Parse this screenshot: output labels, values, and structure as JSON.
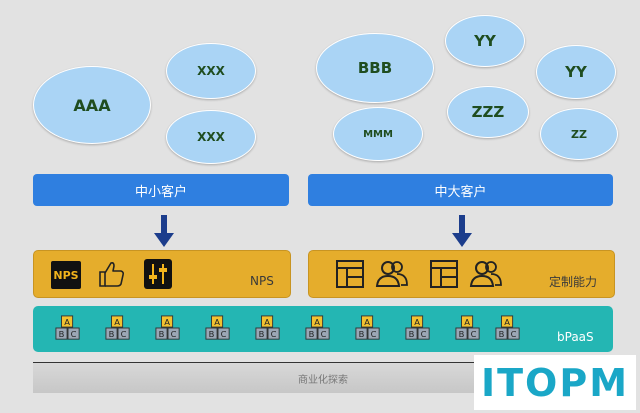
{
  "bubbles": {
    "aaa": "AAA",
    "xxx_top": "XXX",
    "xxx_bottom": "XXX",
    "bbb": "BBB",
    "mmm": "MMM",
    "yy_top": "YY",
    "yy_right": "YY",
    "zzz": "ZZZ",
    "zz": "ZZ"
  },
  "segments": {
    "small_medium": "中小客户",
    "large_medium": "中大客户"
  },
  "panels": {
    "nps_label": "NPS",
    "nps_icon_text": "NPS",
    "custom_label": "定制能力"
  },
  "bpaas": {
    "label": "bPaaS",
    "block_letters": [
      "A",
      "B",
      "C"
    ]
  },
  "commercial": {
    "label": "商业化探索"
  },
  "logo": {
    "text": "ITOPM"
  },
  "colors": {
    "bubble": "#aad4f5",
    "segment_bar": "#2f7fe0",
    "panel": "#e5ad2c",
    "bpaas": "#24b6b3",
    "logo": "#1aa7c7"
  }
}
